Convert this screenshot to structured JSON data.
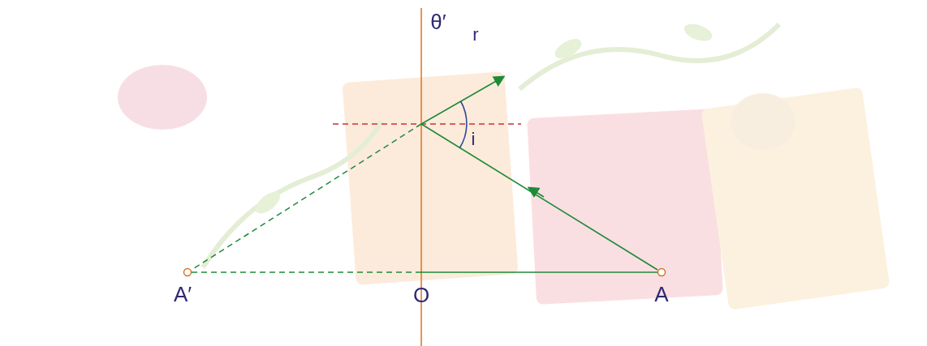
{
  "diagram": {
    "labels": [
      "θ′",
      "r",
      "i",
      "A′",
      "O",
      "A"
    ]
  }
}
